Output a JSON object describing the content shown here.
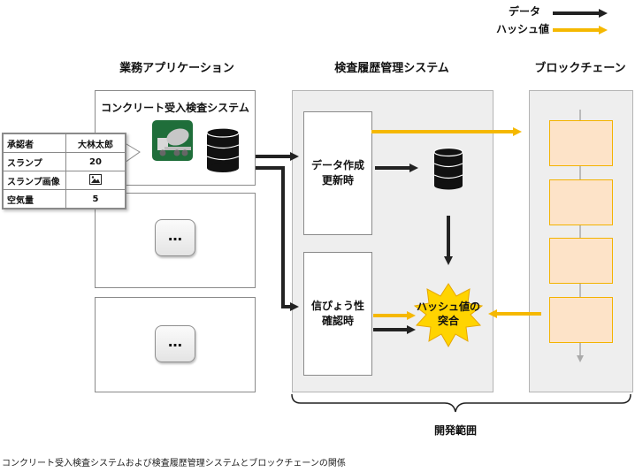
{
  "legend": {
    "data_label": "データ",
    "hash_label": "ハッシュ値"
  },
  "columns": {
    "business_app": "業務アプリケーション",
    "inspection_system": "検査履歴管理システム",
    "blockchain": "ブロックチェーン"
  },
  "app_box_title": "コンクリート受入検査システム",
  "table": {
    "rows": [
      {
        "key": "承認者",
        "value": "大林太郎"
      },
      {
        "key": "スランプ",
        "value": "20"
      },
      {
        "key": "スランプ画像",
        "value": ""
      },
      {
        "key": "空気量",
        "value": "5"
      }
    ]
  },
  "more_label": "…",
  "process": {
    "create_update": [
      "データ作成",
      "更新時"
    ],
    "verify": [
      "信ぴょう性",
      "確認時"
    ]
  },
  "hash_match": [
    "ハッシュ値の",
    "突合"
  ],
  "brace_label": "開発範囲",
  "caption": "コンクリート受入検査システムおよび検査履歴管理システムとブロックチェーンの関係",
  "colors": {
    "data_arrow": "#222222",
    "hash_arrow": "#f5b800",
    "block_fill": "#fde3c8",
    "panel": "#eeeeee"
  }
}
